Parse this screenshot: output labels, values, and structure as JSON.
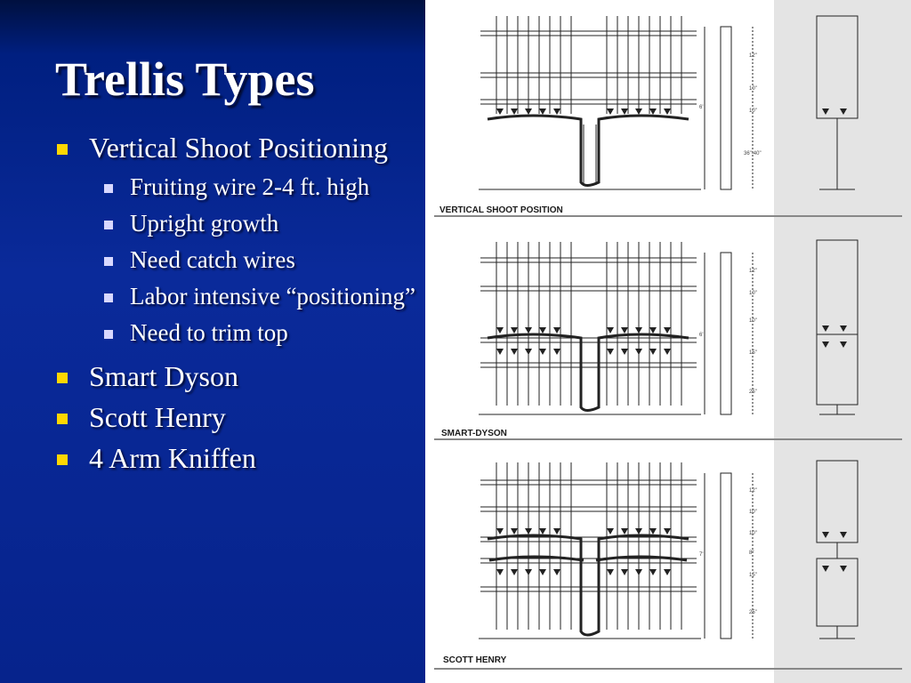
{
  "slide": {
    "title": "Trellis Types",
    "bullets": [
      {
        "label": "Vertical Shoot Positioning",
        "sub": [
          "Fruiting wire 2-4 ft. high",
          "Upright growth",
          "Need catch wires",
          "Labor intensive “positioning”",
          "Need to trim top"
        ]
      },
      {
        "label": "Smart Dyson"
      },
      {
        "label": "Scott Henry"
      },
      {
        "label": "4 Arm Kniffen"
      }
    ]
  },
  "figure": {
    "panels": [
      {
        "caption": "VERTICAL SHOOT POSITION",
        "post_height": "6'",
        "dims": [
          "12\"",
          "10\"",
          "10\"",
          "36\"-40\""
        ]
      },
      {
        "caption": "SMART-DYSON",
        "post_height": "6'",
        "dims": [
          "12\"",
          "10\"",
          "10\"",
          "15\"",
          "25\""
        ]
      },
      {
        "caption": "SCOTT HENRY",
        "post_height": "7'",
        "dims": [
          "12\"",
          "10\"",
          "10\"",
          "8\"",
          "15\"",
          "25\""
        ]
      }
    ]
  },
  "colors": {
    "bullet_level1": "#ffd700",
    "bullet_level2": "#d8d8ff",
    "background": "#06238c"
  }
}
